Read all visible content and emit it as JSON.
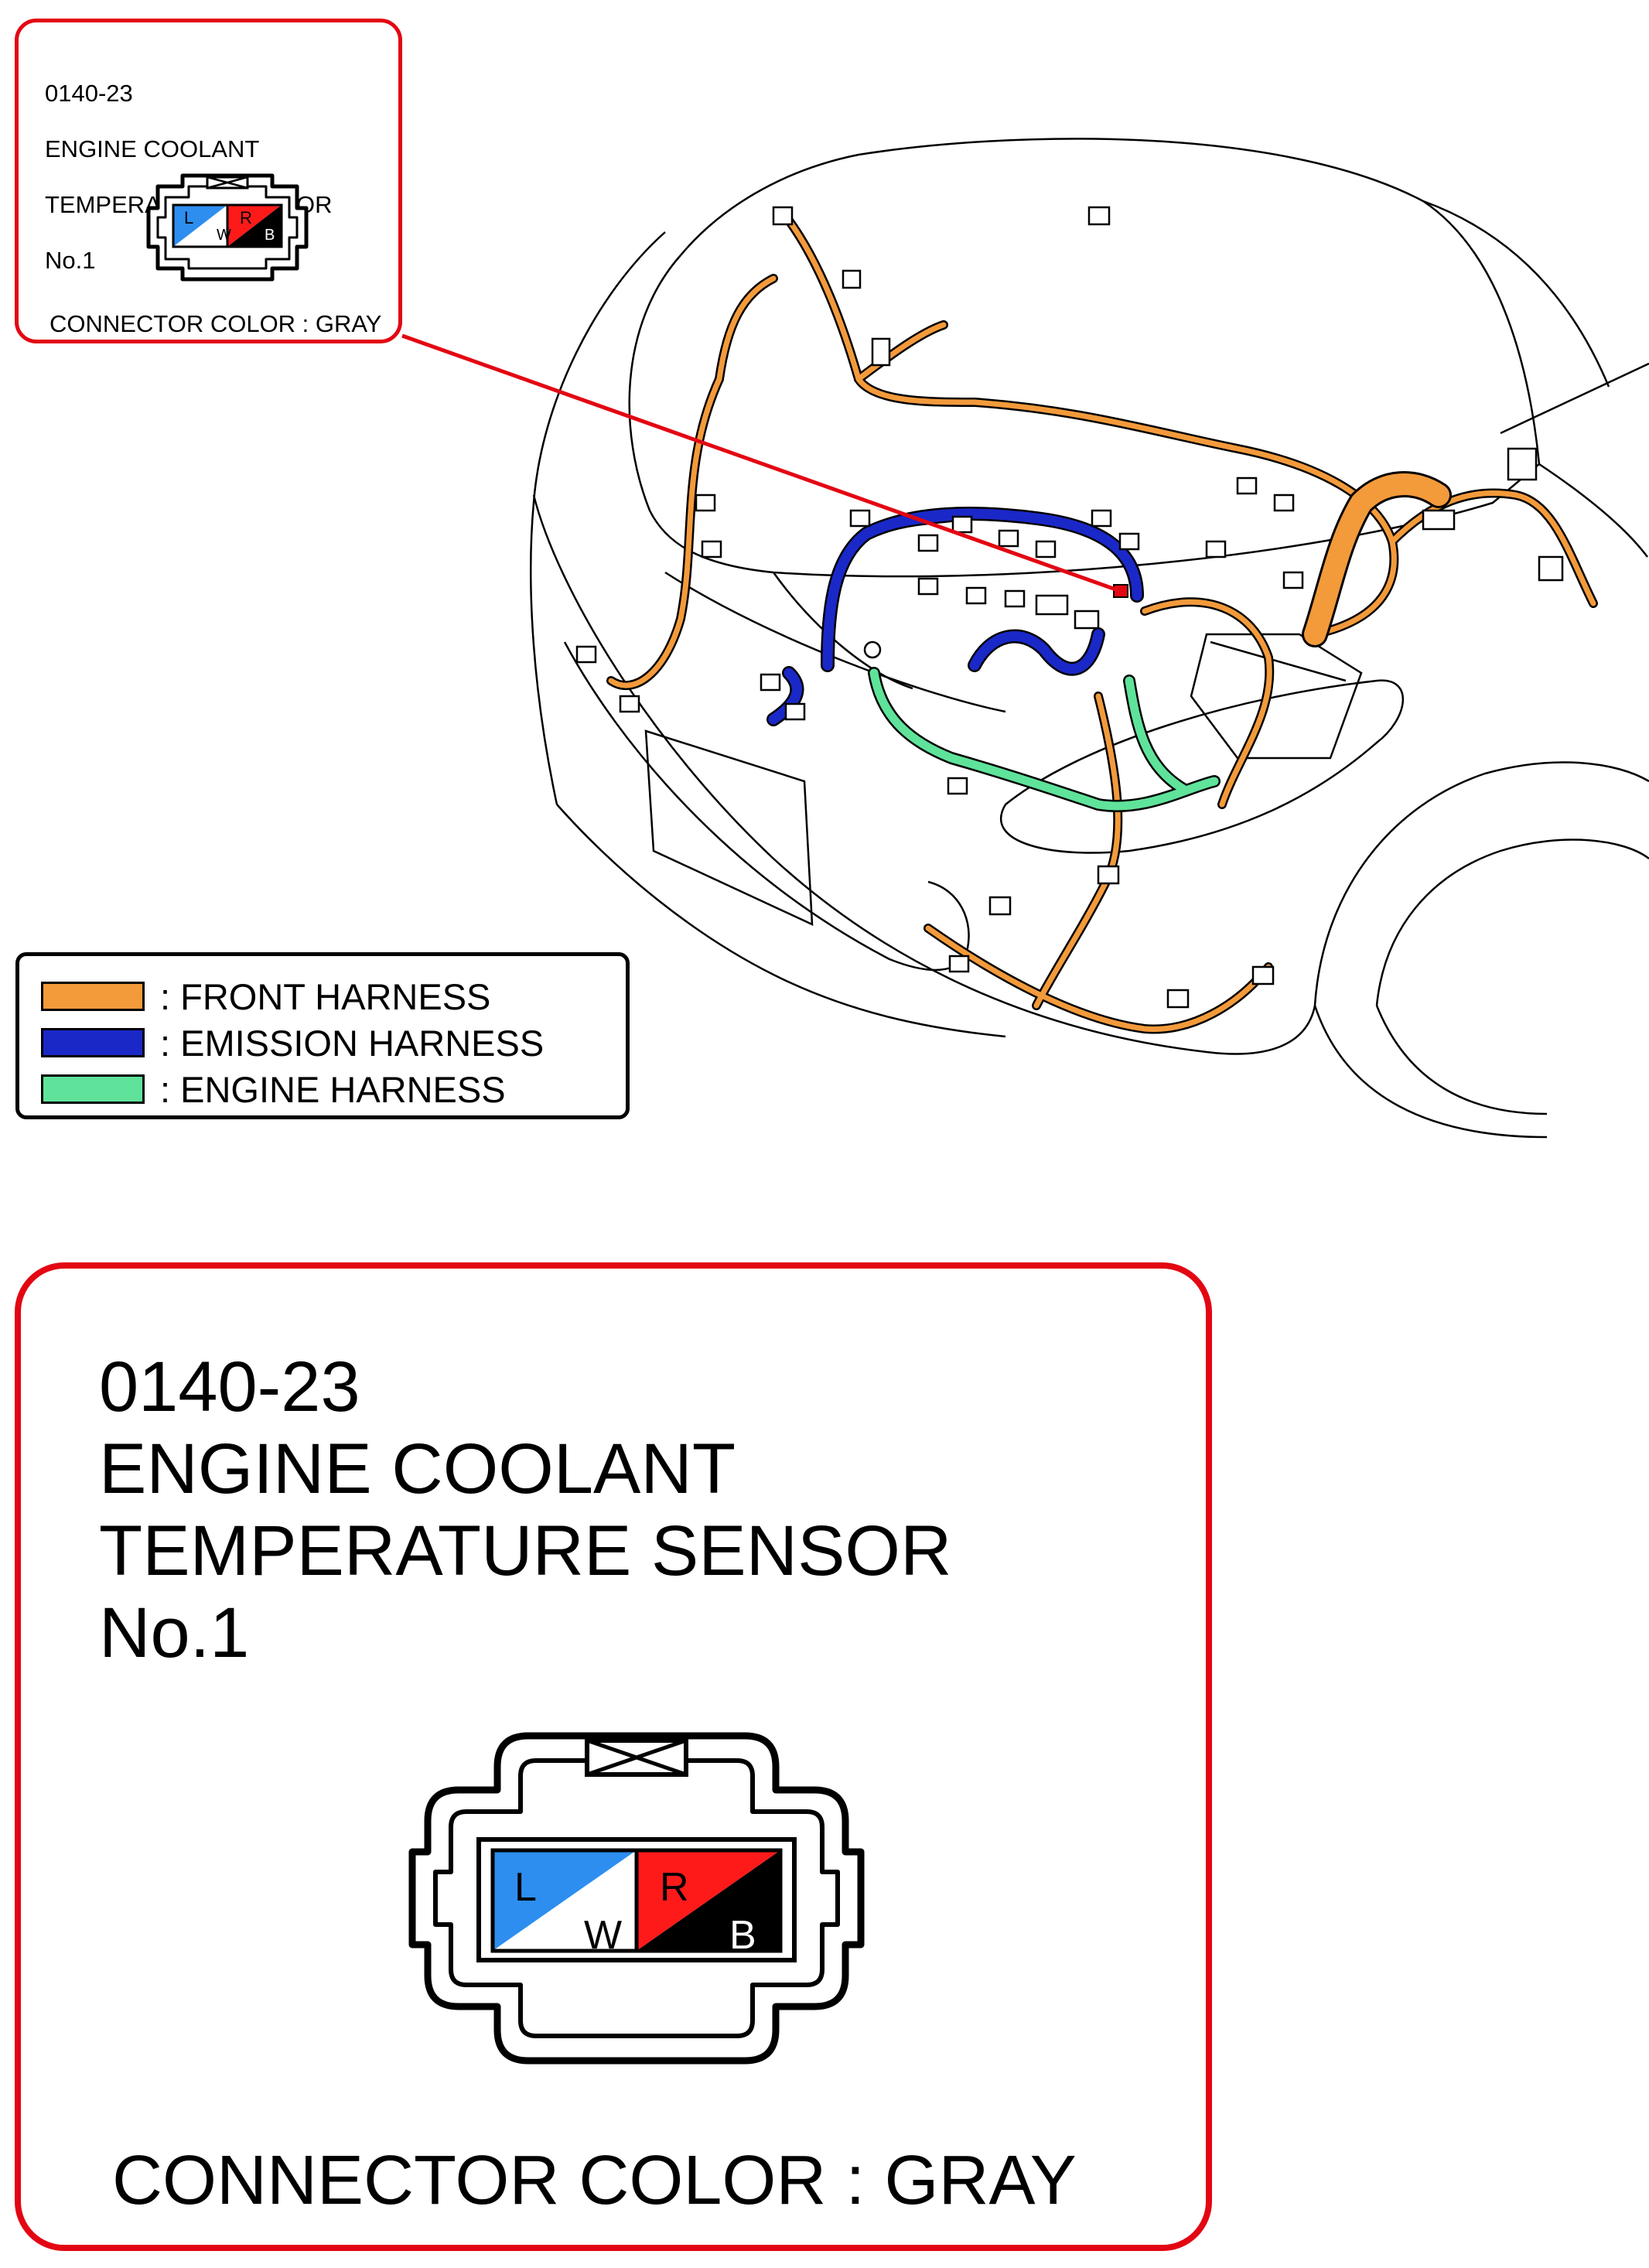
{
  "small_callout": {
    "title_lines": [
      "0140-23",
      "ENGINE COOLANT",
      "TEMPERATURE SENSOR",
      "No.1"
    ],
    "connector_color_label": "CONNECTOR COLOR : GRAY",
    "pins": [
      "L",
      "W",
      "R",
      "B"
    ]
  },
  "large_callout": {
    "code": "0140-23",
    "name_line1": "ENGINE COOLANT",
    "name_line2": "TEMPERATURE SENSOR",
    "name_line3": "No.1",
    "connector_color_label": "CONNECTOR COLOR : GRAY",
    "pins": {
      "top_left": "L",
      "bottom_left": "W",
      "top_right": "R",
      "bottom_right": "B"
    }
  },
  "legend": {
    "items": [
      {
        "label": ": FRONT HARNESS",
        "color": "#f39a3b"
      },
      {
        "label": ": EMISSION HARNESS",
        "color": "#1a28c8"
      },
      {
        "label": ": ENGINE HARNESS",
        "color": "#5fe39a"
      }
    ]
  },
  "colors": {
    "callout_border": "#e30613",
    "front_harness": "#f39a3b",
    "emission_harness": "#1a28c8",
    "engine_harness": "#5fe39a",
    "pin_L": "#2d8ef0",
    "pin_W": "#ffffff",
    "pin_R": "#ff1a1a",
    "pin_B": "#000000"
  }
}
